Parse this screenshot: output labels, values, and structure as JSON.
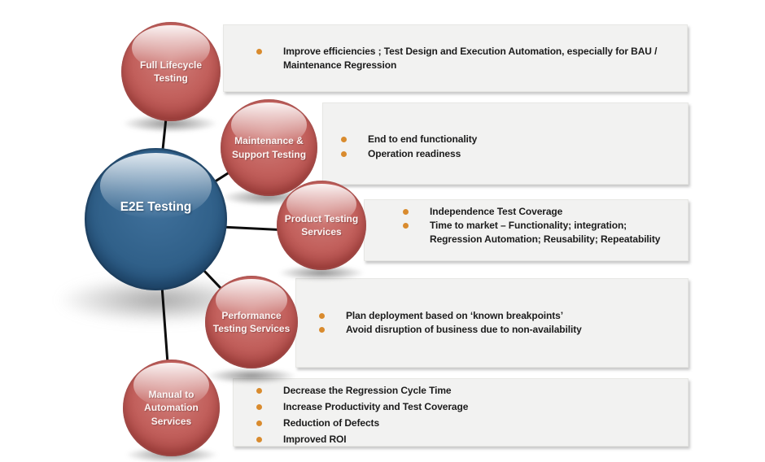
{
  "palette": {
    "node_red": "#c2605c",
    "center_blue": "#2f5c86",
    "bullet_orange": "#d98b2e",
    "panel_bg": "#f2f2f1",
    "connector_black": "#0d0d0d",
    "label_white": "#ffffff"
  },
  "center_node": {
    "label": "E2E Testing"
  },
  "nodes": [
    {
      "label": "Full Lifecycle Testing"
    },
    {
      "label": "Maintenance & Support Testing"
    },
    {
      "label": "Product Testing Services"
    },
    {
      "label": "Performance Testing Services"
    },
    {
      "label": "Manual to Automation Services"
    }
  ],
  "panels": [
    {
      "items": [
        "Improve efficiencies ; Test Design and Execution Automation, especially for BAU / Maintenance Regression"
      ]
    },
    {
      "items": [
        "End to end functionality",
        "Operation readiness"
      ]
    },
    {
      "items": [
        "Independence Test Coverage",
        "Time to market – Functionality; integration; Regression Automation; Reusability; Repeatability"
      ]
    },
    {
      "items": [
        "Plan deployment based on ‘known breakpoints’",
        "Avoid disruption of business due to non-availability"
      ]
    },
    {
      "items": [
        "Decrease the Regression Cycle Time",
        "Increase Productivity and Test Coverage",
        "Reduction of Defects",
        "Improved ROI"
      ]
    }
  ]
}
